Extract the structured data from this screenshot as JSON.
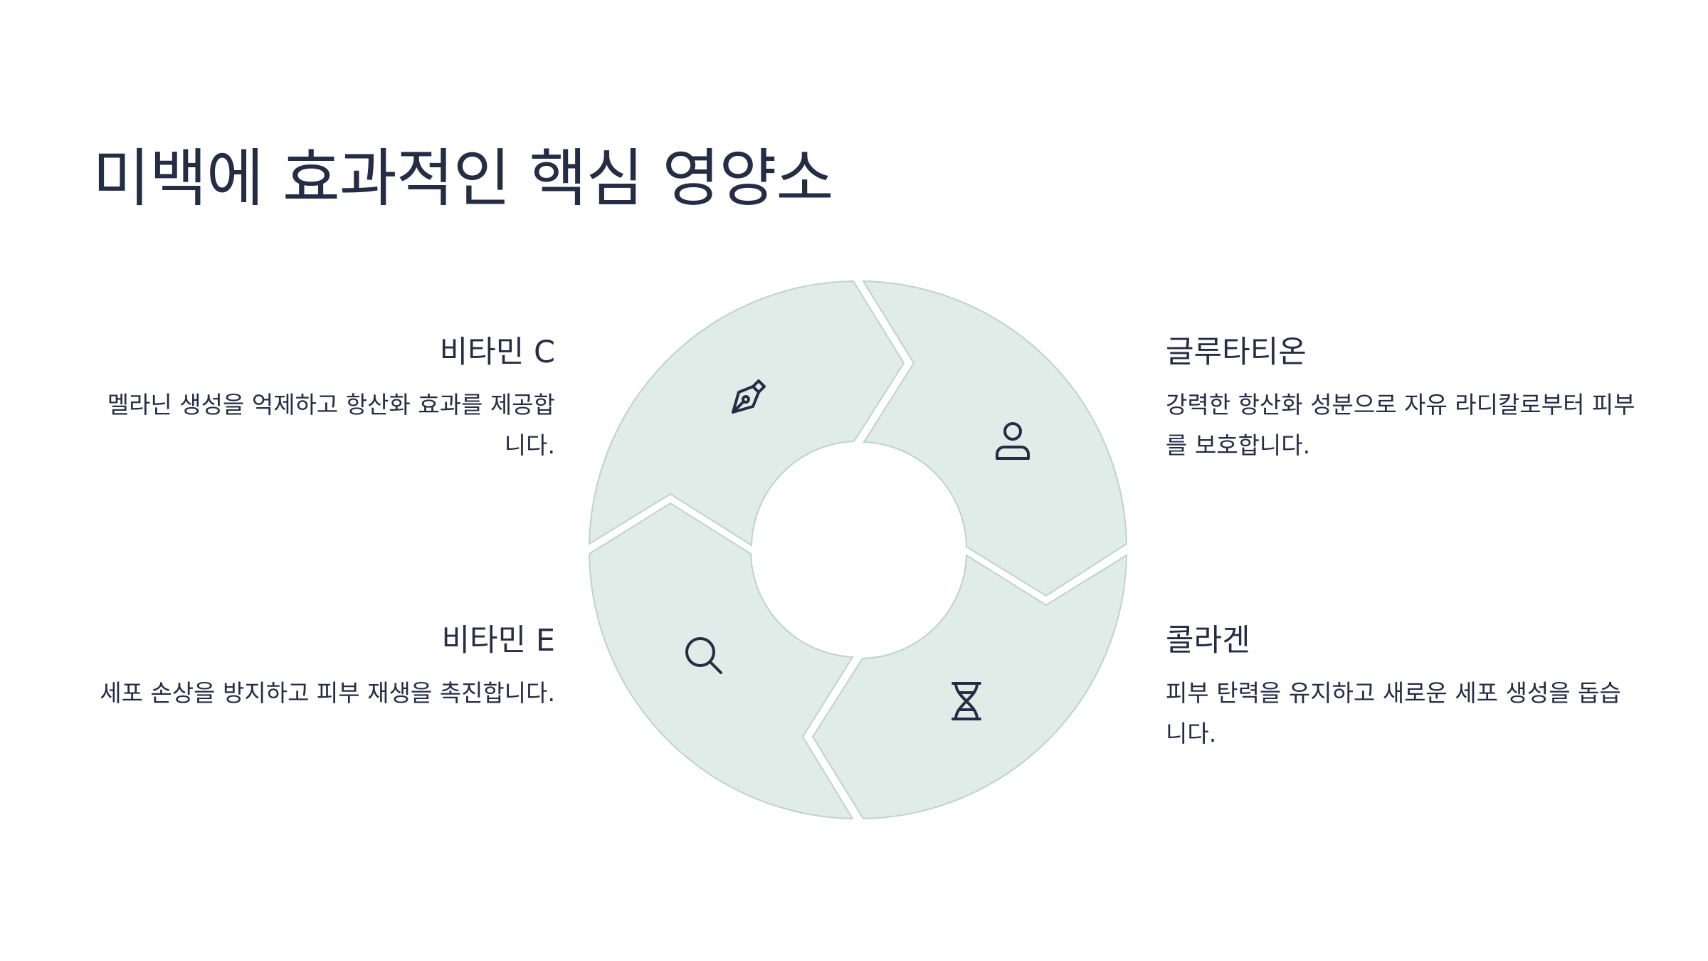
{
  "title": "미백에 효과적인 핵심 영양소",
  "colors": {
    "segment_fill": "#e0ece8",
    "segment_stroke": "#bfd2cc",
    "text": "#252d45"
  },
  "nutrients": [
    {
      "position": "top-left",
      "name": "비타민 C",
      "description": "멜라닌 생성을 억제하고 항산화 효과를 제공합니다.",
      "icon": "pen-nib-icon"
    },
    {
      "position": "top-right",
      "name": "글루타티온",
      "description": "강력한 항산화 성분으로 자유 라디칼로부터 피부를 보호합니다.",
      "icon": "person-icon"
    },
    {
      "position": "bottom-left",
      "name": "비타민 E",
      "description": "세포 손상을 방지하고 피부 재생을 촉진합니다.",
      "icon": "magnifier-icon"
    },
    {
      "position": "bottom-right",
      "name": "콜라겐",
      "description": "피부 탄력을 유지하고 새로운 세포 생성을 돕습니다.",
      "icon": "dna-icon"
    }
  ]
}
